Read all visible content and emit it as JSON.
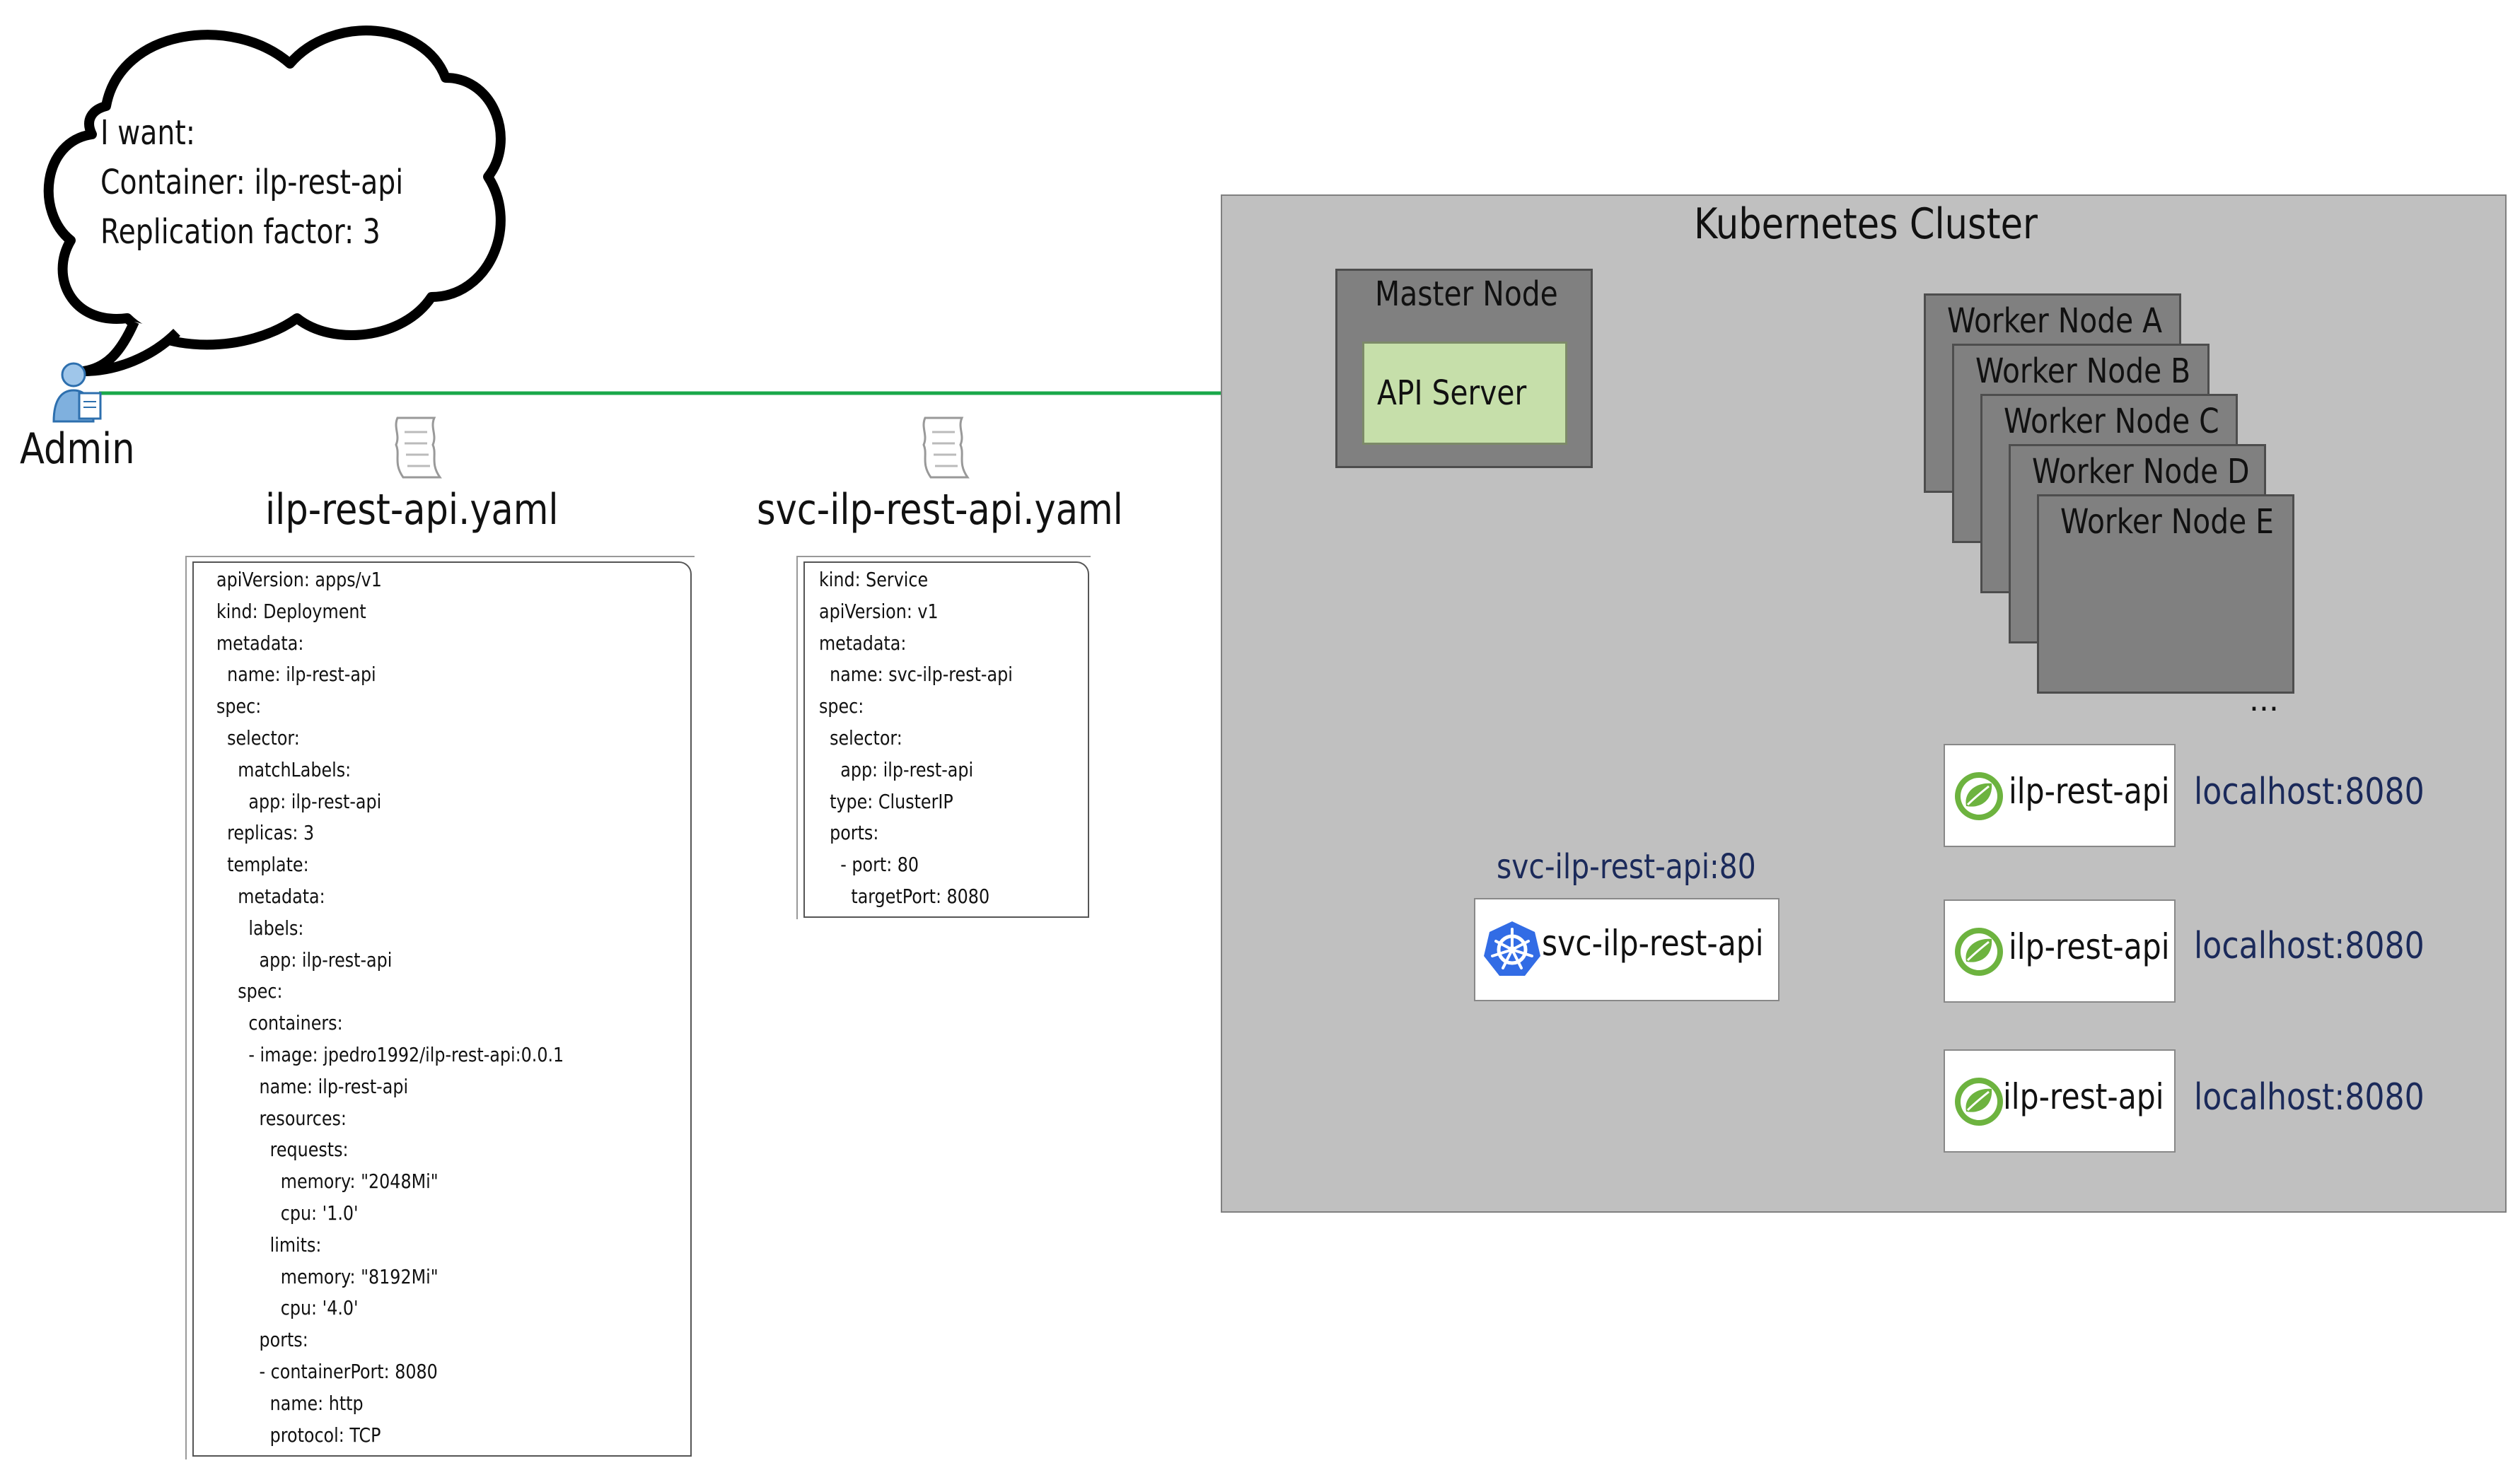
{
  "admin": {
    "label": "Admin",
    "icon": "admin-user-icon",
    "speech_lines": [
      "I want:",
      "Container: ilp-rest-api",
      "Replication factor: 3"
    ]
  },
  "files": [
    {
      "title": "ilp-rest-api.yaml",
      "icon": "document-icon",
      "lines": [
        "apiVersion: apps/v1",
        "kind: Deployment",
        "metadata:",
        "  name: ilp-rest-api",
        "spec:",
        "  selector:",
        "    matchLabels:",
        "      app: ilp-rest-api",
        "  replicas: 3",
        "  template:",
        "    metadata:",
        "      labels:",
        "        app: ilp-rest-api",
        "    spec:",
        "      containers:",
        "      - image: jpedro1992/ilp-rest-api:0.0.1",
        "        name: ilp-rest-api",
        "        resources:",
        "          requests:",
        "            memory: \"2048Mi\"",
        "            cpu: '1.0'",
        "          limits:",
        "            memory: \"8192Mi\"",
        "            cpu: '4.0'",
        "        ports:",
        "        - containerPort: 8080",
        "          name: http",
        "          protocol: TCP"
      ]
    },
    {
      "title": "svc-ilp-rest-api.yaml",
      "icon": "document-icon",
      "lines": [
        "kind: Service",
        "apiVersion: v1",
        "metadata:",
        "  name: svc-ilp-rest-api",
        "spec:",
        "  selector:",
        "    app: ilp-rest-api",
        "  type: ClusterIP",
        "  ports:",
        "    - port: 80",
        "      targetPort: 8080"
      ]
    }
  ],
  "cluster": {
    "title": "Kubernetes Cluster",
    "master": {
      "title": "Master Node",
      "api_server": "API Server"
    },
    "workers": [
      "Worker Node A",
      "Worker Node B",
      "Worker Node C",
      "Worker Node D",
      "Worker Node E"
    ],
    "workers_more": "...",
    "service": {
      "label": "svc-ilp-rest-api",
      "address": "svc-ilp-rest-api:80",
      "icon": "kubernetes-icon"
    },
    "pods": [
      {
        "label": "ilp-rest-api",
        "address": "localhost:8080",
        "icon": "spring-leaf-icon"
      },
      {
        "label": "ilp-rest-api",
        "address": "localhost:8080",
        "icon": "spring-leaf-icon"
      },
      {
        "label": "ilp-rest-api",
        "address": "localhost:8080",
        "icon": "spring-leaf-icon"
      }
    ]
  },
  "colors": {
    "flow_green": "#1aa84a",
    "service_navy": "#0f2260",
    "cluster_bg": "#c0c0c0",
    "node_gray": "#808080",
    "api_server_green": "#c6dfaa",
    "address_text": "#1b2a5a"
  }
}
